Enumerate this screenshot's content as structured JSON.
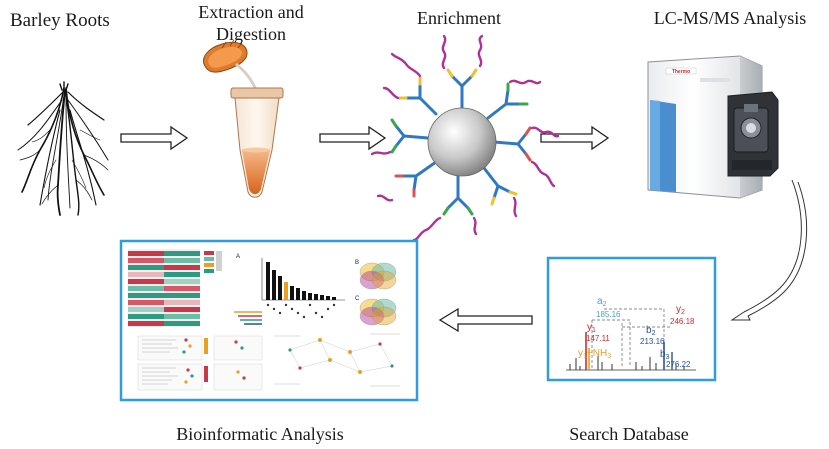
{
  "steps": {
    "barley_roots": "Barley Roots",
    "extraction_line1": "Extraction and",
    "extraction_line2": "Digestion",
    "enrichment": "Enrichment",
    "lcms": "LC-MS/MS Analysis",
    "search_database": "Search Database",
    "bioinformatic": "Bioinformatic Analysis"
  },
  "spectrum": {
    "a2_label": "a",
    "a2_sub": "2",
    "a2_mz": "185.16",
    "y2_label": "y",
    "y2_sub": "2",
    "y2_mz": "246.18",
    "y1_label": "y",
    "y1_sub": "1",
    "y1_mz": "147.11",
    "b2_label": "b",
    "b2_sub": "2",
    "b2_mz": "213.16",
    "b3_label": "b",
    "b3_sub": "3",
    "b3_mz": "276.22",
    "y1nh3_label": "y",
    "y1nh3_sub": "1",
    "y1nh3_suffix": "−NH",
    "y1nh3_sub2": "3"
  },
  "instrument": {
    "brand": "Thermo"
  },
  "bioinfo_panel": {
    "panel_a": "A",
    "panel_b": "B",
    "panel_c": "C"
  },
  "colors": {
    "frame_blue": "#2f9be0",
    "tube_orange": "#e07a2c",
    "antibody_purple": "#b0309a",
    "peak_red": "#d42b2b",
    "peak_blue": "#2b4fa8",
    "peak_lightblue": "#4a9fd6",
    "peak_orange": "#e8a020",
    "heat_red": "#c8374a",
    "heat_teal": "#2e9a84"
  }
}
